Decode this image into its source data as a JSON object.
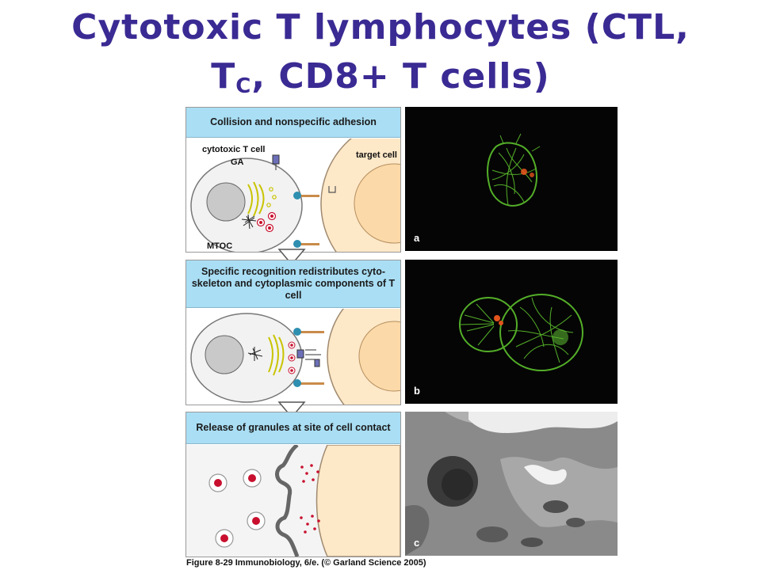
{
  "title": {
    "line1": "Cytotoxic T lymphocytes (CTL,",
    "line2_main": "T",
    "line2_sub": "C",
    "line2_rest": ", CD8+ T cells)"
  },
  "panels": [
    {
      "header": "Collision and nonspecific adhesion",
      "labels": {
        "tcell": "cytotoxic T cell",
        "ga": "GA",
        "target": "target cell",
        "mtoc": "MTOC"
      }
    },
    {
      "header": "Specific recognition redistributes cyto- skeleton and cytoplasmic components of T cell"
    },
    {
      "header": "Release of granules at site of cell contact"
    }
  ],
  "micrographs": [
    {
      "label": "a"
    },
    {
      "label": "b"
    },
    {
      "label": "c"
    }
  ],
  "caption": "Figure 8-29 Immunobiology, 6/e. (© Garland Science 2005)",
  "colors": {
    "title": "#3a2a93",
    "banner": "#a9def4",
    "target_cell": "#fde8c8",
    "granule": "#c8102e",
    "cytoskeleton": "#6fcf2a"
  }
}
